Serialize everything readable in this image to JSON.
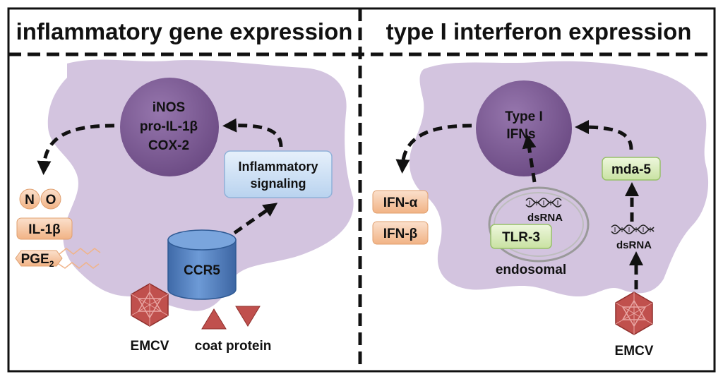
{
  "panels": {
    "left": {
      "title": "inflammatory gene expression",
      "nucleus_lines": [
        "iNOS",
        "pro-IL-1β",
        "COX-2"
      ],
      "signaling_lines": [
        "Inflammatory",
        "signaling"
      ],
      "receptor": "CCR5",
      "no_letters": [
        "N",
        "O"
      ],
      "il1b": "IL-1β",
      "pge": "PGE",
      "pge_sub": "2",
      "virus": "EMCV",
      "coat_protein": "coat protein"
    },
    "right": {
      "title": "type I interferon expression",
      "nucleus_lines": [
        "Type I",
        "IFNs"
      ],
      "ifn_alpha": "IFN-α",
      "ifn_beta": "IFN-β",
      "endosome_dsrna": "dsRNA",
      "tlr3": "TLR-3",
      "endosome_label": "endosomal",
      "mda5": "mda-5",
      "cyto_dsrna": "dsRNA",
      "virus": "EMCV"
    }
  },
  "colors": {
    "cell": "#d3c4df",
    "nucleus": "#7c5a93",
    "signaling_box": "#cfe1f5",
    "receptor": "#4f7fbf",
    "product_box": "#f7c6a3",
    "green_box": "#d8ebb8",
    "virus": "#c0504d"
  }
}
